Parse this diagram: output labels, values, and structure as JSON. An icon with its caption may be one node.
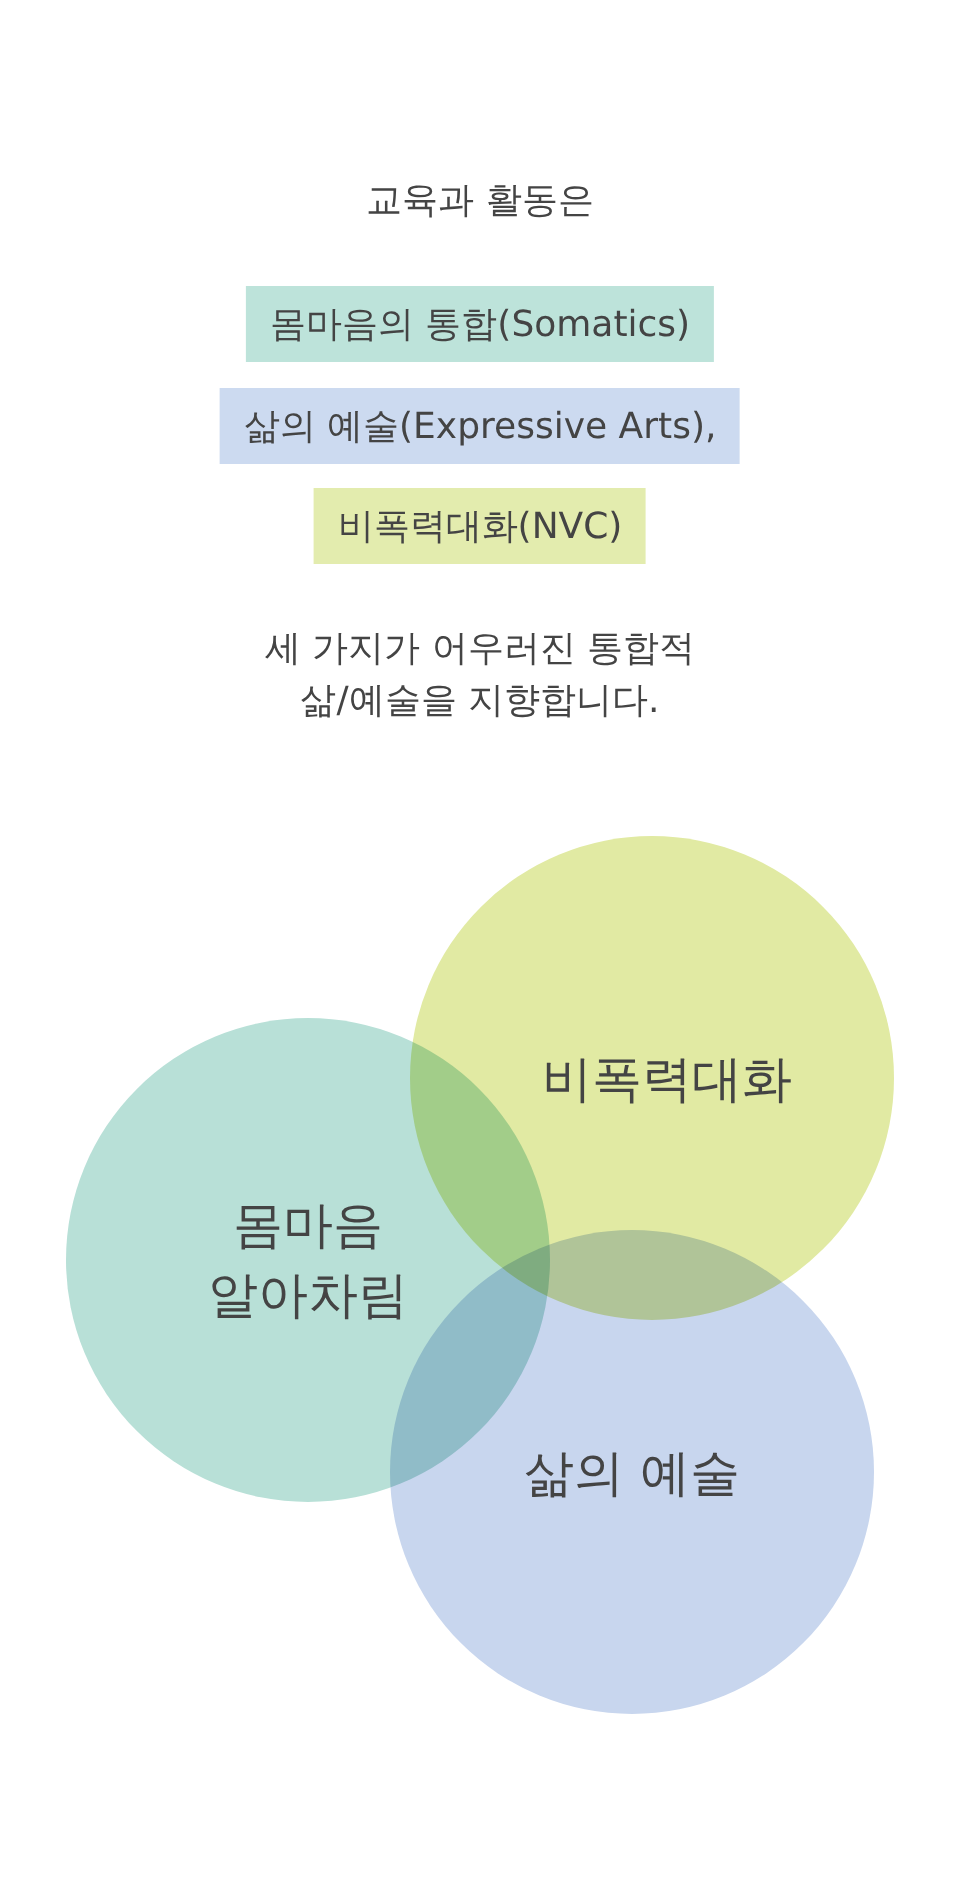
{
  "diagram": {
    "nodes": [
      {
        "text": [
          "몸마음의 통합(Somatics)"
        ]
      },
      {
        "text": [
          "삶의 예술(Expressive Arts),"
        ]
      },
      {
        "text": [
          "비폭력대화(NVC)"
        ]
      },
      {
        "text": [
          "비폭력대화"
        ]
      },
      {
        "text": [
          "몸마음 알아차림"
        ]
      },
      {
        "text": [
          "삶의 예술"
        ]
      }
    ],
    "labels": [
      "교육과 활동은",
      "세 가지가 어우러진 통합적 삶/예술을 지향합니다."
    ]
  }
}
